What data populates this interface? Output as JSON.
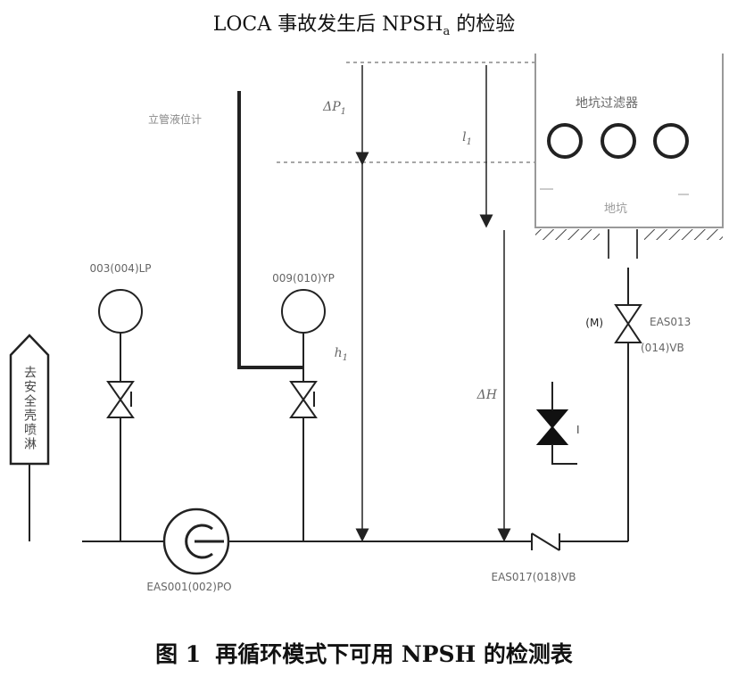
{
  "header": {
    "title_main": "LOCA 事故发生后 NPSH",
    "title_sub": "a",
    "title_tail": " 的检验"
  },
  "labels": {
    "standpipe_gauge": "立管液位计",
    "heat_exchanger": "地坑过滤器",
    "sump": "地坑",
    "delta_p": "ΔP",
    "delta_p_sub": "1",
    "l_sub": "1",
    "h_sub": "1",
    "delta_h": "ΔH",
    "gauge_left": "003(004)LP",
    "gauge_right": "009(010)YP",
    "pump": "EAS001(002)PO",
    "check_valve": "EAS017(018)VB",
    "motor_valve_m": "(M)",
    "motor_valve_1": "EAS013",
    "motor_valve_2": "(014)VB",
    "vertical_tag": "去安全壳喷淋",
    "valve_mark": "I"
  },
  "caption": {
    "fig": "图 1",
    "text": "再循环模式下可用 NPSH 的检测表"
  }
}
